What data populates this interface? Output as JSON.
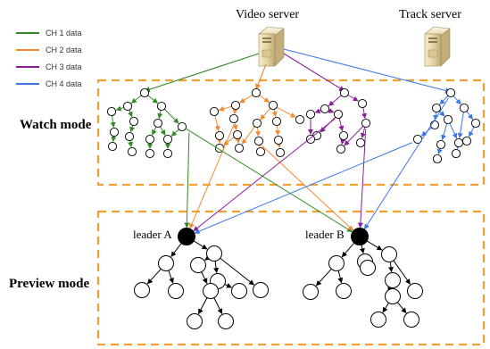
{
  "legend": [
    {
      "label": "CH 1 data",
      "color": "#2e8b1f"
    },
    {
      "label": "CH 2 data",
      "color": "#f28a30"
    },
    {
      "label": "CH 3 data",
      "color": "#8b1d9b"
    },
    {
      "label": "CH 4 data",
      "color": "#3b78e6"
    }
  ],
  "servers": {
    "video": "Video server",
    "track": "Track server"
  },
  "modes": {
    "watch": "Watch mode",
    "preview": "Preview mode"
  },
  "leaders": {
    "a": "leader A",
    "b": "leader B"
  },
  "colors": {
    "mode_border": "#f4a030",
    "node_stroke": "#000000",
    "leader_fill": "#000000"
  },
  "icons": {
    "server": "server-tower-icon"
  }
}
